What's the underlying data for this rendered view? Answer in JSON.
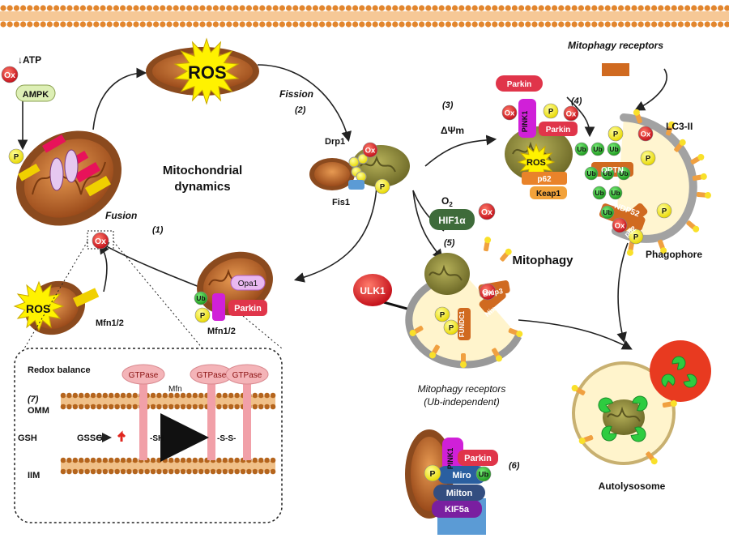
{
  "labels": {
    "atp": "↓ATP",
    "ox": "Ox",
    "ampk": "AMPK",
    "p": "P",
    "ub": "Ub",
    "opa1": "Opa1",
    "ros": "ROS",
    "fission": "Fission",
    "fission_num": "(2)",
    "drp1": "Drp1",
    "fis1": "Fis1",
    "mito_dynamics_1": "Mitochondrial",
    "mito_dynamics_2": "dynamics",
    "fusion": "Fusion",
    "fusion_num": "(1)",
    "mfn12": "Mfn1/2",
    "pink1": "PINK1",
    "parkin": "Parkin",
    "step3": "(3)",
    "delta_psi": "ΔΨm",
    "step4": "(4)",
    "mitophagy_receptors": "Mitophagy receptors",
    "lc3": "LC3-II",
    "optn": "OPTN",
    "ndp52": "NDP52",
    "p62": "p62",
    "keap1": "Keap1",
    "o2": "O",
    "o2_sub": "2",
    "hif1a": "HIF1α",
    "step5": "(5)",
    "mitophagy": "Mitophagy",
    "phagophore": "Phagophore",
    "ulk1": "ULK1",
    "bnip3": "Bnip3",
    "nix": "Nix",
    "fundc1": "FUNDC1",
    "ub_indep_1": "Mitophagy receptors",
    "ub_indep_2": "(Ub-independent)",
    "autolysosome": "Autolysosome",
    "step6": "(6)",
    "miro": "Miro",
    "milton": "Milton",
    "kif5a": "KIF5a",
    "redox_balance": "Redox balance",
    "step7": "(7)",
    "gtpase": "GTPase",
    "mfn": "Mfn",
    "omm": "OMM",
    "iim": "IIM",
    "gsh": "GSH",
    "gssg": "GSSG",
    "sh": "-SH",
    "ss": "-S-S-"
  },
  "colors": {
    "mito_outer": "#8B4A1E",
    "mito_inner": "#D9833A",
    "ox_red": "#E0261E",
    "p_yellow": "#FFF200",
    "ub_green": "#2DB92D",
    "ros_yellow": "#FFF200",
    "parkin_red": "#E0354A",
    "pink1_magenta": "#D020D8",
    "membrane_brown": "#B5651D",
    "damaged_olive": "#8A8A3A"
  }
}
